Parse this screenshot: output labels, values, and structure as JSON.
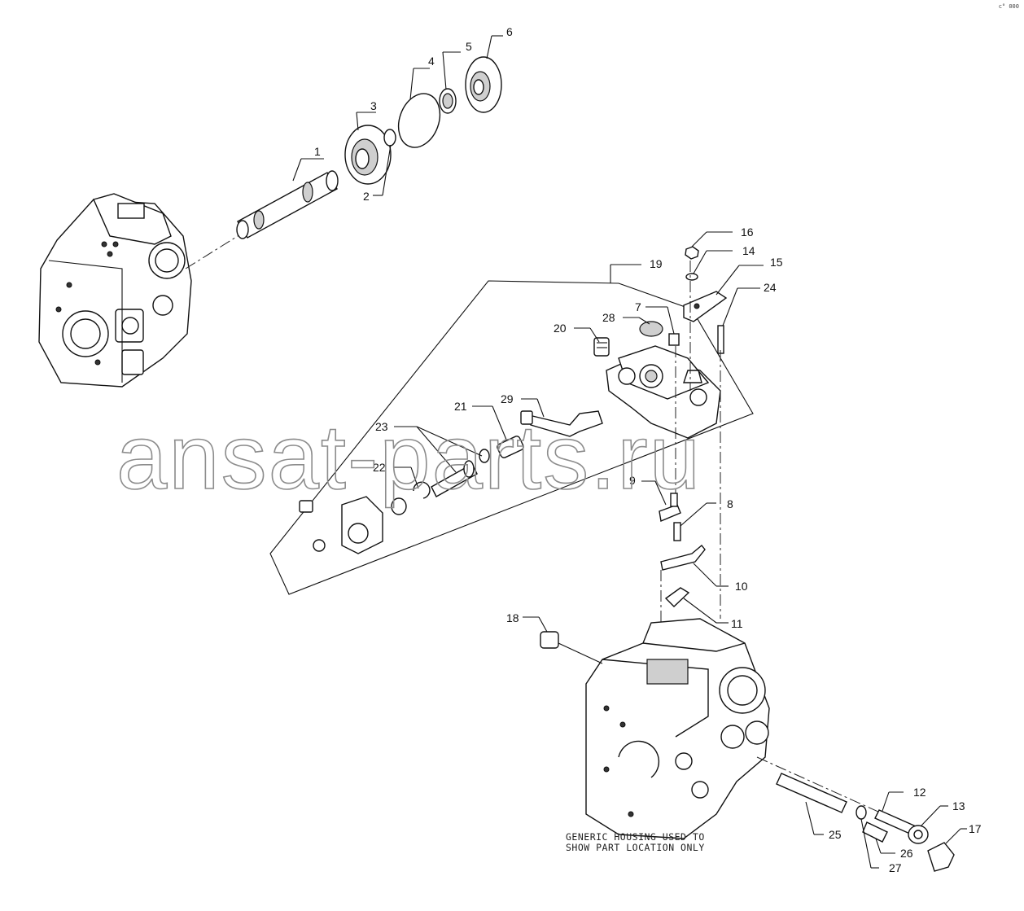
{
  "corner_code": "c° 000",
  "watermark": "ansat-parts.ru",
  "note_line_1": "GENERIC HOUSING USED TO",
  "note_line_2": "SHOW PART LOCATION ONLY",
  "callouts": {
    "p1": "1",
    "p2": "2",
    "p3": "3",
    "p4": "4",
    "p5": "5",
    "p6": "6",
    "p7": "7",
    "p8": "8",
    "p9": "9",
    "p10": "10",
    "p11": "11",
    "p12": "12",
    "p13": "13",
    "p14": "14",
    "p15": "15",
    "p16": "16",
    "p17": "17",
    "p18": "18",
    "p19": "19",
    "p20": "20",
    "p21": "21",
    "p22": "22",
    "p23": "23",
    "p24": "24",
    "p25": "25",
    "p26": "26",
    "p27": "27",
    "p28": "28",
    "p29": "29"
  }
}
